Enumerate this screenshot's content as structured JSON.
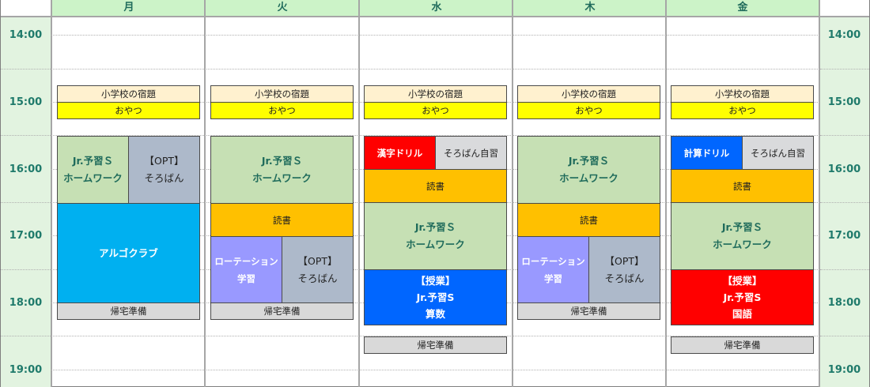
{
  "days": [
    "月",
    "火",
    "水",
    "木",
    "金"
  ],
  "times": [
    "14:00",
    "15:00",
    "16:00",
    "17:00",
    "18:00",
    "19:00"
  ],
  "schedule": {
    "mon": [
      {
        "text": "小学校の宿題",
        "color": "#fff1cf"
      },
      {
        "text": "おやつ",
        "color": "#ffff00"
      },
      {
        "text": "Jr.予習Ｓ\nホームワーク",
        "color": "#c6e0b4"
      },
      {
        "text": "【OPT】\nそろばん",
        "color": "#adb9ca"
      },
      {
        "text": "アルゴクラブ",
        "color": "#00b0f0"
      },
      {
        "text": "帰宅準備",
        "color": "#d9d9d9"
      }
    ],
    "tue": [
      {
        "text": "小学校の宿題",
        "color": "#fff1cf"
      },
      {
        "text": "おやつ",
        "color": "#ffff00"
      },
      {
        "text": "Jr.予習Ｓ\nホームワーク",
        "color": "#c6e0b4"
      },
      {
        "text": "読書",
        "color": "#ffc000"
      },
      {
        "text": "ローテーション\n学習",
        "color": "#9999ff"
      },
      {
        "text": "【OPT】\nそろばん",
        "color": "#adb9ca"
      },
      {
        "text": "帰宅準備",
        "color": "#d9d9d9"
      }
    ],
    "wed": [
      {
        "text": "小学校の宿題",
        "color": "#fff1cf"
      },
      {
        "text": "おやつ",
        "color": "#ffff00"
      },
      {
        "text": "漢字ドリル",
        "color": "#ff0000"
      },
      {
        "text": "そろばん自習",
        "color": "#d9dadc"
      },
      {
        "text": "読書",
        "color": "#ffc000"
      },
      {
        "text": "Jr.予習Ｓ\nホームワーク",
        "color": "#c6e0b4"
      },
      {
        "text": "【授業】\nJr.予習S\n算数",
        "color": "#0066ff"
      },
      {
        "text": "帰宅準備",
        "color": "#d9d9d9"
      }
    ],
    "thu": [
      {
        "text": "小学校の宿題",
        "color": "#fff1cf"
      },
      {
        "text": "おやつ",
        "color": "#ffff00"
      },
      {
        "text": "Jr.予習Ｓ\nホームワーク",
        "color": "#c6e0b4"
      },
      {
        "text": "読書",
        "color": "#ffc000"
      },
      {
        "text": "ローテーション\n学習",
        "color": "#9999ff"
      },
      {
        "text": "【OPT】\nそろばん",
        "color": "#adb9ca"
      },
      {
        "text": "帰宅準備",
        "color": "#d9d9d9"
      }
    ],
    "fri": [
      {
        "text": "小学校の宿題",
        "color": "#fff1cf"
      },
      {
        "text": "おやつ",
        "color": "#ffff00"
      },
      {
        "text": "計算ドリル",
        "color": "#0066ff"
      },
      {
        "text": "そろばん自習",
        "color": "#d9dadc"
      },
      {
        "text": "読書",
        "color": "#ffc000"
      },
      {
        "text": "Jr.予習Ｓ\nホームワーク",
        "color": "#c6e0b4"
      },
      {
        "text": "【授業】\nJr.予習S\n国語",
        "color": "#ff0000"
      },
      {
        "text": "帰宅準備",
        "color": "#d9d9d9"
      }
    ]
  }
}
